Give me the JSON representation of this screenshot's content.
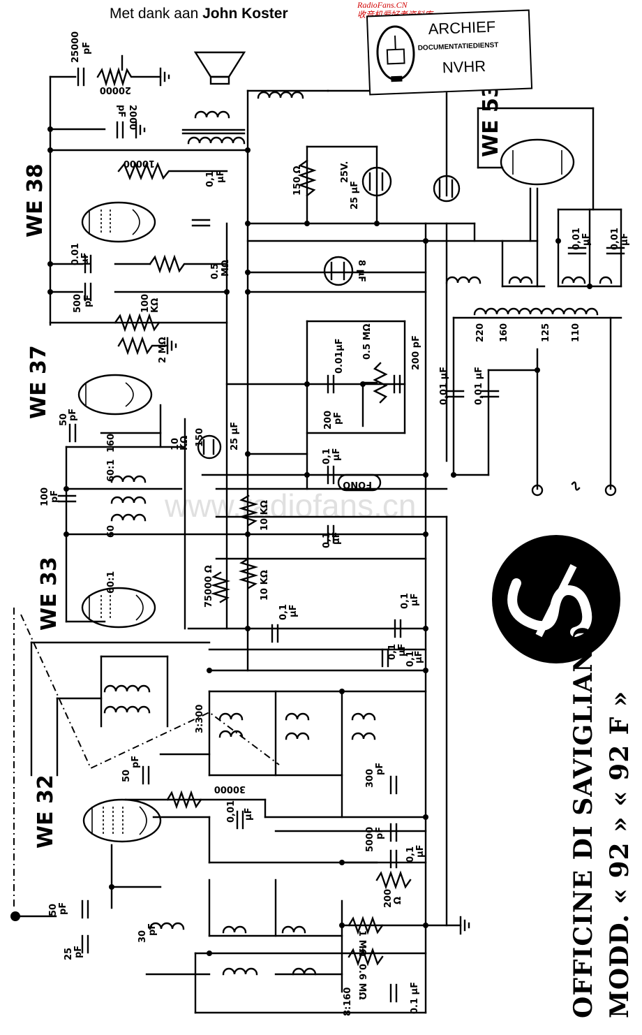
{
  "credit": {
    "prefix": "Met dank aan",
    "name": "John Koster"
  },
  "watermark_top": {
    "line1": "RadioFans.CN",
    "line2": "收音机爱好者资料库"
  },
  "watermark_mid": "www.radiofans.cn",
  "stamp": {
    "line1": "ARCHIEF",
    "line2": "DOCUMENTATIEDIENST",
    "line3": "NVHR"
  },
  "title": {
    "line1": "OFFICINE DI SAVIGLIANO",
    "line2": "MODD. « 92 » « 92 F »"
  },
  "tubes": [
    "WE 38",
    "WE 37",
    "WE 33",
    "WE 32",
    "WE 53"
  ],
  "component_labels": {
    "c25000": "25000",
    "c25000_unit": "pF",
    "pot20000": "20000",
    "c2000": "2000",
    "c2000_unit": "pF",
    "r10000": "10000",
    "c01_a": "0,1",
    "unit_uF_a": "μF",
    "c001_a": "0.01",
    "unit_uF_b": "μF",
    "r05": "0.5",
    "r05_unit": "MΩ",
    "c500": "500",
    "c500_unit": "pF",
    "r100k": "100",
    "r100k_unit": "KΩ",
    "r150": "150 Ω",
    "c25_25": "25 μF",
    "c25v": "25V.",
    "c8": "8 μF",
    "c001_b": "0.01μF",
    "pot05": "0.5 MΩ",
    "c200a": "200 pF",
    "c200b": "200",
    "c200b_unit": "pF",
    "r2m": "2 MΩ",
    "c50a": "50",
    "c50a_unit": "pF",
    "r160": "160",
    "r10a": "10",
    "r10a_unit": "KΩ",
    "r150b": "150",
    "c25b": "25 μF",
    "ratio60a": "60:1",
    "ratio60b": "60:1",
    "ratio60c": "60",
    "c100": "100",
    "c100_unit": "pF",
    "c01_b": "0,1",
    "c01_b_unit": "μF",
    "fono": "FONO",
    "r10k1": "10 KΩ",
    "c01_c": "0,1",
    "c01_c_unit": "μF",
    "r75000": "75000 Ω",
    "r10k2": "10 KΩ",
    "c01_d": "0,1",
    "c01_d_unit": "μF",
    "c01_e": "0,1",
    "c01_e_unit": "μF",
    "c01_f": "0,1",
    "c01_f_unit": "μF",
    "c01_g": "0,1",
    "c01_g_unit": "μF",
    "ratio3": "3:300",
    "c50b": "50",
    "c50b_unit": "pF",
    "r30000": "30000",
    "c001_c": "0,01",
    "c001_c_unit": "μF",
    "c300": "300",
    "c300_unit": "pF",
    "c5000": "5000",
    "c5000_unit": "pF",
    "c01_h": "0,1",
    "c01_h_unit": "μF",
    "r200": "200",
    "r200_unit": "Ω",
    "r1m": "1 MΩ",
    "r06": "0.6 MΩ",
    "c01_i": "0.1 μF",
    "ratio160": "8:160",
    "c50c": "50",
    "c50c_unit": "pF",
    "c25c": "25",
    "c25c_unit": "pF",
    "c30": "30",
    "c30_unit": "pF",
    "c001_d": "0,01",
    "c001_d_unit": "μF",
    "c001_e": "0,01",
    "c001_e_unit": "μF",
    "c001_f": "0,01 μF",
    "c001_g": "0,01 μF",
    "v220": "220",
    "v160": "160",
    "v125": "125",
    "v110": "110"
  }
}
